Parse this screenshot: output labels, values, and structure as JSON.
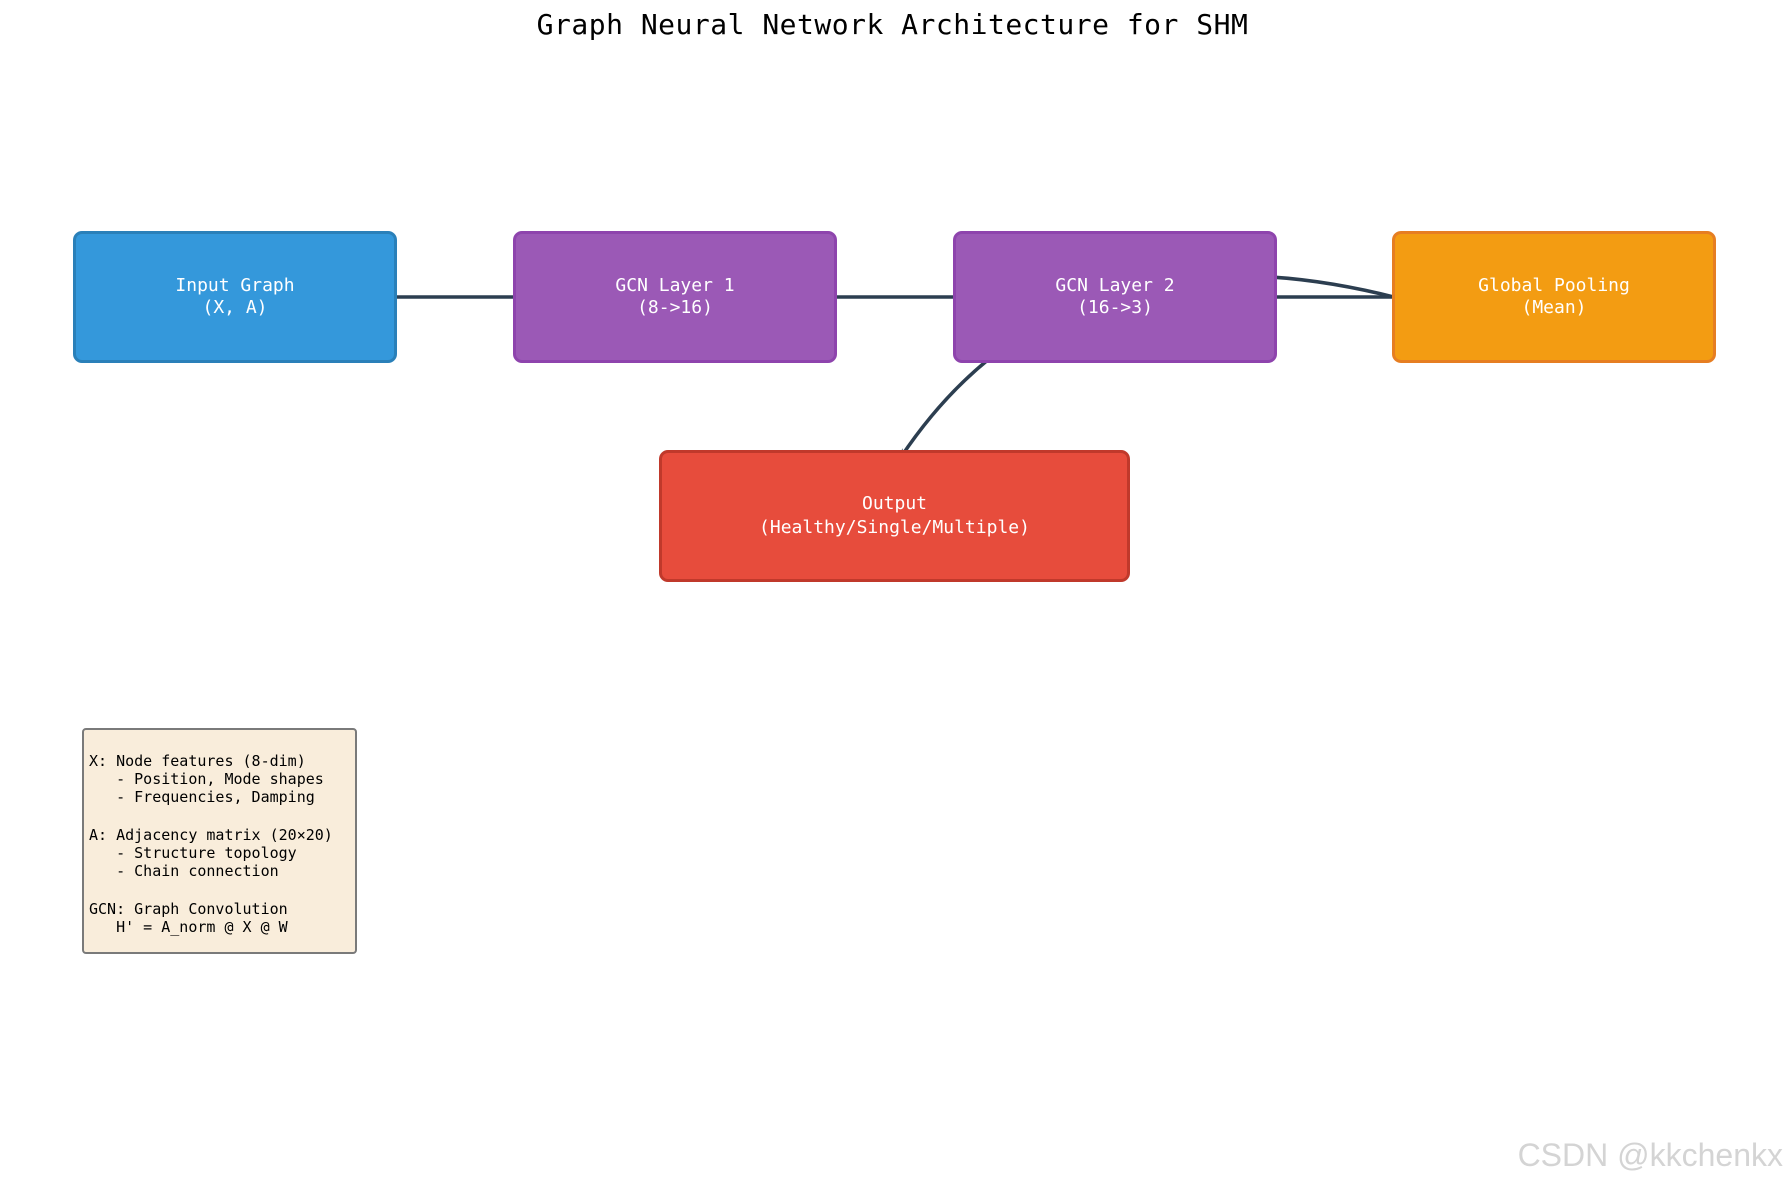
{
  "title": "Graph Neural Network Architecture for SHM",
  "nodes": {
    "input": {
      "line1": "Input Graph",
      "line2": "(X, A)",
      "fill": "#3498db",
      "border": "#2a80b9"
    },
    "gcn1": {
      "line1": "GCN Layer 1",
      "line2": "(8->16)",
      "fill": "#9b59b6",
      "border": "#8e44ad"
    },
    "gcn2": {
      "line1": "GCN Layer 2",
      "line2": "(16->3)",
      "fill": "#9b59b6",
      "border": "#8e44ad"
    },
    "pool": {
      "line1": "Global Pooling",
      "line2": "(Mean)",
      "fill": "#f39c12",
      "border": "#e67e22"
    },
    "output": {
      "line1": "Output",
      "line2": "(Healthy/Single/Multiple)",
      "fill": "#e74c3c",
      "border": "#c0392b"
    }
  },
  "edge_color": "#2c3e50",
  "legend": {
    "lines": [
      "X: Node features (8-dim)",
      "   - Position, Mode shapes",
      "   - Frequencies, Damping",
      "",
      "A: Adjacency matrix (20×20)",
      "   - Structure topology",
      "   - Chain connection",
      "",
      "GCN: Graph Convolution",
      "   H' = A_norm @ X @ W"
    ]
  },
  "watermark": "CSDN @kkchenkx"
}
